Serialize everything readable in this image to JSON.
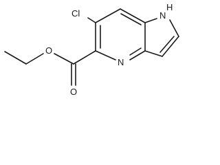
{
  "molecule": {
    "atoms": {
      "chlorine": "Cl",
      "pyrrole_nitrogen": "N",
      "pyrrole_hydrogen": "H",
      "pyridine_nitrogen": "N",
      "carbonyl_oxygen": "O",
      "ester_oxygen": "O"
    }
  }
}
